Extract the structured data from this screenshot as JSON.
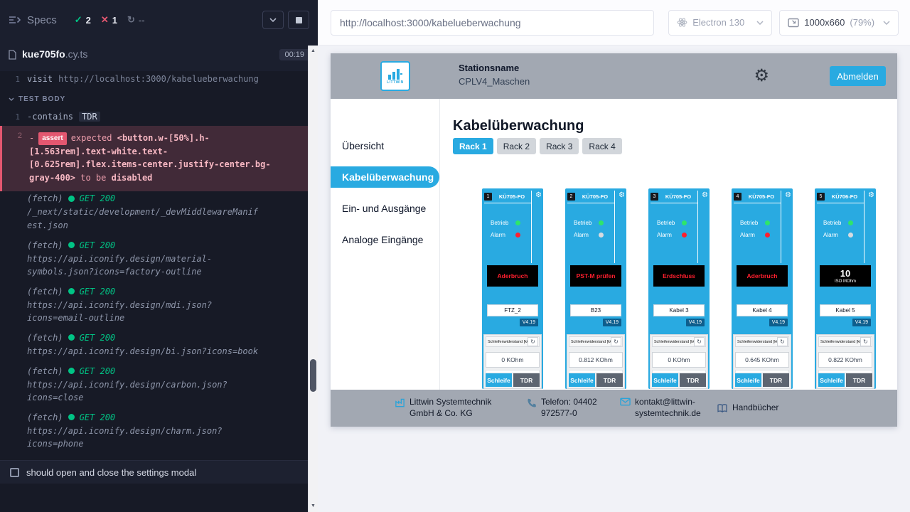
{
  "colors": {
    "accent": "#29aae1",
    "pass": "#00c485",
    "fail": "#e45770",
    "header_gray": "#a2a8b2",
    "alarm_red": "#ff1f2e",
    "ok_green": "#2ee56b"
  },
  "icons": {
    "gear": "⚙",
    "refresh": "↻",
    "check": "✓",
    "cross": "✕",
    "pending": "↻",
    "scroll_up": "▲",
    "scroll_down": "▼"
  },
  "reporter": {
    "specs_label": "Specs",
    "stats": {
      "passed": "2",
      "failed": "1",
      "pending": "--"
    },
    "spec": {
      "name": "kue705fo",
      "ext": ".cy.ts",
      "timer": "00:19"
    },
    "visit": {
      "num": "1",
      "cmd": "visit",
      "arg": "http://localhost:3000/kabelueberwachung"
    },
    "section_label": "TEST BODY",
    "contains": {
      "num": "1",
      "dash": "-",
      "cmd": "contains",
      "arg": "TDR"
    },
    "assert": {
      "num": "2",
      "dash": "-",
      "badge": "assert",
      "text_pre": "expected ",
      "selector": "<button.w-[50%].h-[1.563rem].text-white.text-[0.625rem].flex.items-center.justify-center.bg-gray-400>",
      "text_mid": " to be ",
      "text_emph": "disabled"
    },
    "fetch_label": "(fetch)",
    "fetches": [
      {
        "status": "GET 200",
        "url": "/_next/static/development/_devMiddlewareManifest.json"
      },
      {
        "status": "GET 200",
        "url": "https://api.iconify.design/material-symbols.json?icons=factory-outline"
      },
      {
        "status": "GET 200",
        "url": "https://api.iconify.design/mdi.json?icons=email-outline"
      },
      {
        "status": "GET 200",
        "url": "https://api.iconify.design/bi.json?icons=book"
      },
      {
        "status": "GET 200",
        "url": "https://api.iconify.design/carbon.json?icons=close"
      },
      {
        "status": "GET 200",
        "url": "https://api.iconify.design/charm.json?icons=phone"
      }
    ],
    "next_test": "should open and close the settings modal"
  },
  "toolbar": {
    "url": "http://localhost:3000/kabelueberwachung",
    "browser": "Electron 130",
    "viewport": "1000x660",
    "zoom": "(79%)"
  },
  "app": {
    "logo_text": "LITTWIN",
    "header": {
      "station_label": "Stationsname",
      "station_value": "CPLV4_Maschen",
      "logout_label": "Abmelden"
    },
    "nav": [
      {
        "label": "Übersicht"
      },
      {
        "label": "Kabelüberwachung"
      },
      {
        "label": "Ein- und Ausgänge"
      },
      {
        "label": "Analoge Eingänge"
      }
    ],
    "title": "Kabelüberwachung",
    "tabs": [
      {
        "label": "Rack 1"
      },
      {
        "label": "Rack 2"
      },
      {
        "label": "Rack 3"
      },
      {
        "label": "Rack 4"
      }
    ],
    "card_labels": {
      "betrieb": "Betrieb",
      "alarm": "Alarm",
      "resistance": "Schleifenwiderstand [kOhm]",
      "schleife": "Schleife",
      "tdr": "TDR"
    },
    "cards": [
      {
        "num": "1",
        "model": "KÜ705-FO",
        "alarm_on": true,
        "status": "Aderbruch",
        "cable": "FTZ_2",
        "version": "V4.19",
        "value": "0 KOhm"
      },
      {
        "num": "2",
        "model": "KÜ705-FO",
        "alarm_on": false,
        "status": "PST-M prüfen",
        "cable": "B23",
        "version": "V4.19",
        "value": "0.812 KOhm"
      },
      {
        "num": "3",
        "model": "KÜ705-FO",
        "alarm_on": true,
        "status": "Erdschluss",
        "cable": "Kabel 3",
        "version": "V4.19",
        "value": "0 KOhm"
      },
      {
        "num": "4",
        "model": "KÜ705-FO",
        "alarm_on": true,
        "status": "Aderbruch",
        "cable": "Kabel 4",
        "version": "V4.19",
        "value": "0.645 KOhm"
      },
      {
        "num": "5",
        "model": "KÜ706-FO",
        "alarm_on": false,
        "status_big": "10",
        "status_sub": "ISO MOhm",
        "cable": "Kabel 5",
        "version": "V4.19",
        "value": "0.822 KOhm"
      }
    ],
    "footer": {
      "company": "Littwin Systemtechnik GmbH & Co. KG",
      "phone": "Telefon: 04402 972577-0",
      "email": "kontakt@littwin-systemtechnik.de",
      "manuals": "Handbücher"
    }
  }
}
